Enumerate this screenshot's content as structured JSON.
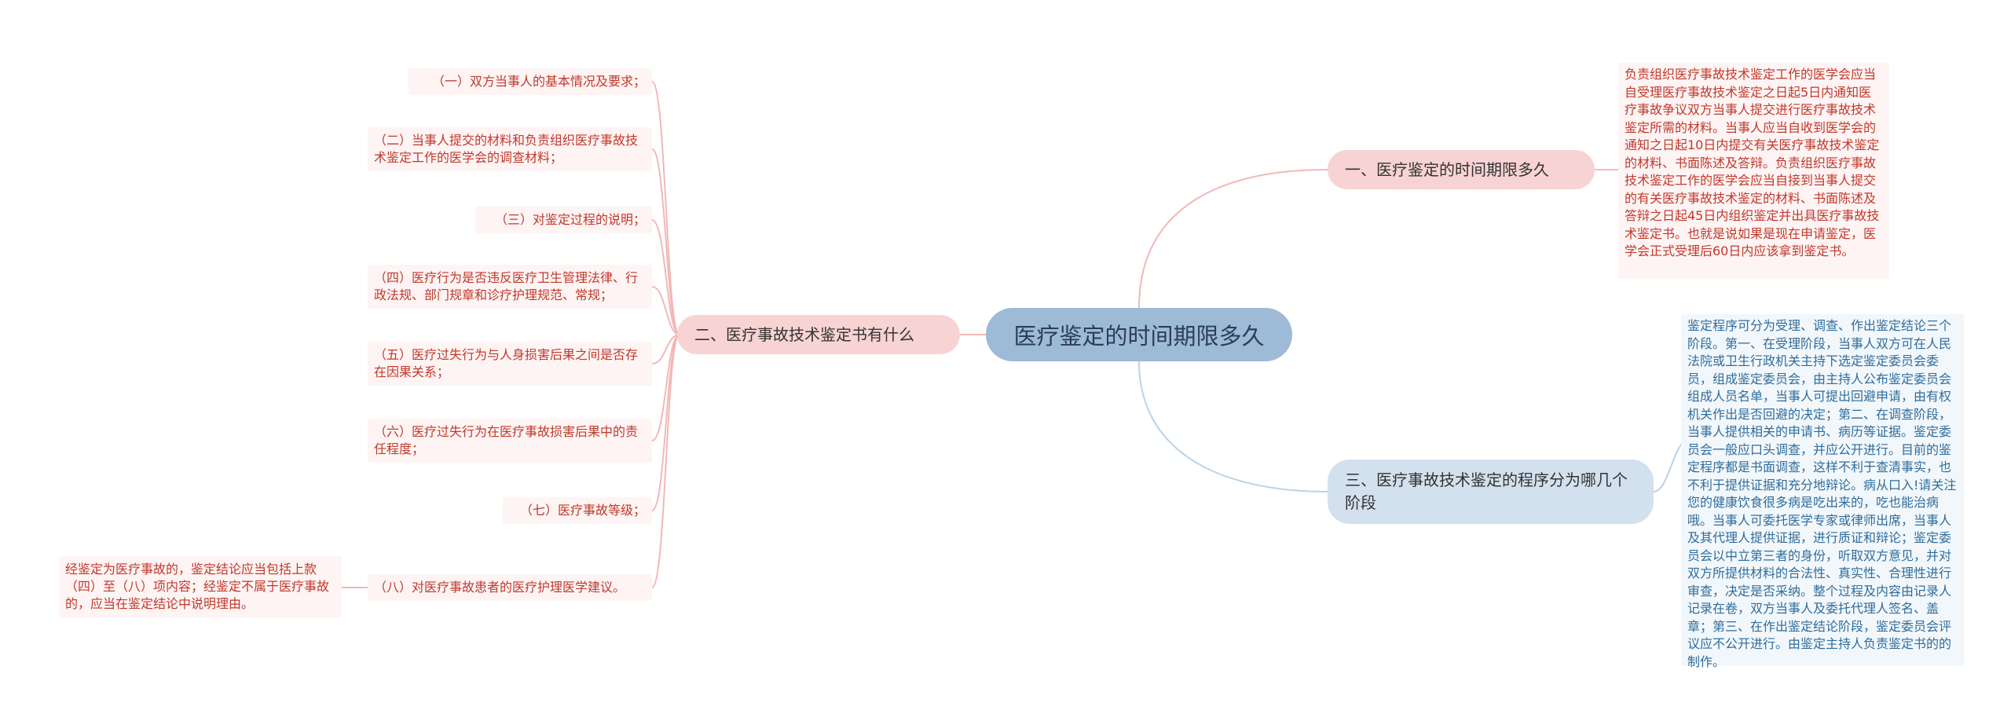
{
  "root": {
    "title": "医疗鉴定的时间期限多久"
  },
  "branches": {
    "b1": {
      "label": "一、医疗鉴定的时间期限多久",
      "text": "负责组织医疗事故技术鉴定工作的医学会应当自受理医疗事故技术鉴定之日起5日内通知医疗事故争议双方当事人提交进行医疗事故技术鉴定所需的材料。当事人应当自收到医学会的通知之日起10日内提交有关医疗事故技术鉴定的材料、书面陈述及答辩。负责组织医疗事故技术鉴定工作的医学会应当自接到当事人提交的有关医疗事故技术鉴定的材料、书面陈述及答辩之日起45日内组织鉴定并出具医疗事故技术鉴定书。也就是说如果是现在申请鉴定，医学会正式受理后60日内应该拿到鉴定书。"
    },
    "b2": {
      "label": "二、医疗事故技术鉴定书有什么",
      "items": [
        "（一）双方当事人的基本情况及要求；",
        "（二）当事人提交的材料和负责组织医疗事故技术鉴定工作的医学会的调查材料；",
        "（三）对鉴定过程的说明；",
        "（四）医疗行为是否违反医疗卫生管理法律、行政法规、部门规章和诊疗护理规范、常规；",
        "（五）医疗过失行为与人身损害后果之间是否存在因果关系；",
        "（六）医疗过失行为在医疗事故损害后果中的责任程度；",
        "（七）医疗事故等级；",
        "（八）对医疗事故患者的医疗护理医学建议。"
      ],
      "note": "经鉴定为医疗事故的，鉴定结论应当包括上款（四）至（八）项内容；经鉴定不属于医疗事故的，应当在鉴定结论中说明理由。"
    },
    "b3": {
      "label": "三、医疗事故技术鉴定的程序分为哪几个阶段",
      "text": "鉴定程序可分为受理、调查、作出鉴定结论三个阶段。第一、在受理阶段，当事人双方可在人民法院或卫生行政机关主持下选定鉴定委员会委员，组成鉴定委员会，由主持人公布鉴定委员会组成人员名单，当事人可提出回避申请，由有权机关作出是否回避的决定；第二、在调查阶段，当事人提供相关的申请书、病历等证据。鉴定委员会一般应口头调查，并应公开进行。目前的鉴定程序都是书面调查，这样不利于查清事实，也不利于提供证据和充分地辩论。病从口入!请关注您的健康饮食很多病是吃出来的，吃也能治病哦。当事人可委托医学专家或律师出席，当事人及其代理人提供证据，进行质证和辩论；鉴定委员会以中立第三者的身份，听取双方意见，并对双方所提供材料的合法性、真实性、合理性进行审查，决定是否采纳。整个过程及内容由记录人记录在卷，双方当事人及委托代理人签名、盖章；第三、在作出鉴定结论阶段，鉴定委员会评议应不公开进行。由鉴定主持人负责鉴定书的的制作。"
    }
  },
  "colors": {
    "root": "#9dbad6",
    "red_branch": "#f8d3d3",
    "blue_branch": "#d3e1ee",
    "red_line": "#f2b8b8",
    "blue_line": "#bcd3e6",
    "red_text": "#c0392b",
    "blue_text": "#2f6d9c"
  }
}
